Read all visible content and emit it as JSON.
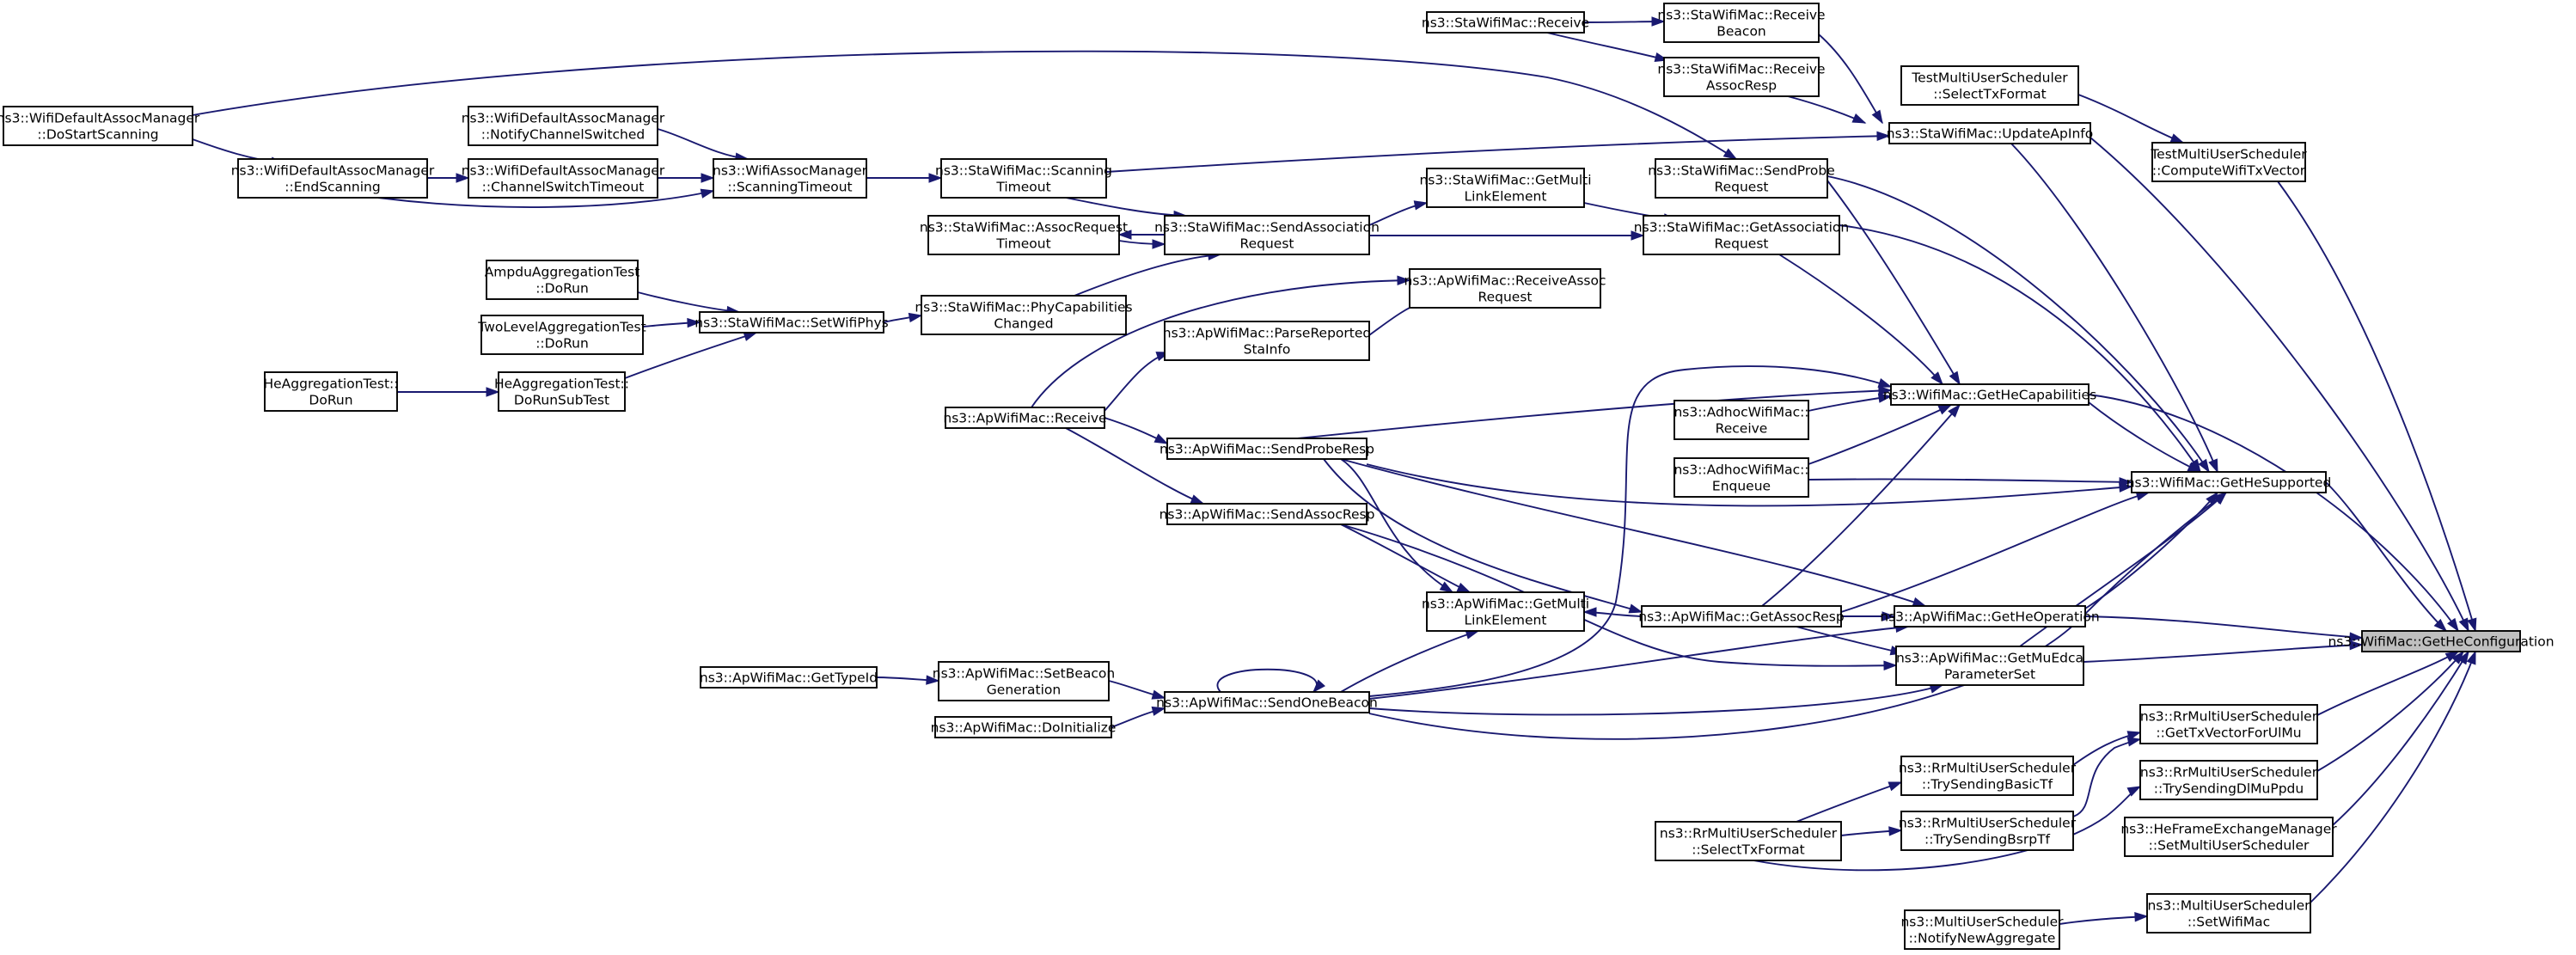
{
  "nodes": [
    {
      "id": "gethecfg",
      "lines": [
        "ns3::WifiMac::GetHeConfiguration"
      ],
      "focus": true
    },
    {
      "id": "gethesup",
      "lines": [
        "ns3::WifiMac::GetHeSupported"
      ]
    },
    {
      "id": "gethecap",
      "lines": [
        "ns3::WifiMac::GetHeCapabilities"
      ]
    },
    {
      "id": "getheop",
      "lines": [
        "ns3::ApWifiMac::GetHeOperation"
      ]
    },
    {
      "id": "getmuedca",
      "lines": [
        "ns3::ApWifiMac::GetMuEdca",
        "ParameterSet"
      ]
    },
    {
      "id": "getassocresp",
      "lines": [
        "ns3::ApWifiMac::GetAssocResp"
      ]
    },
    {
      "id": "getmultilink_ap",
      "lines": [
        "ns3::ApWifiMac::GetMulti",
        "LinkElement"
      ]
    },
    {
      "id": "sendonebeacon",
      "lines": [
        "ns3::ApWifiMac::SendOneBeacon"
      ]
    },
    {
      "id": "setbeacongen",
      "lines": [
        "ns3::ApWifiMac::SetBeacon",
        "Generation"
      ]
    },
    {
      "id": "gettypeid",
      "lines": [
        "ns3::ApWifiMac::GetTypeId"
      ]
    },
    {
      "id": "doinitialize",
      "lines": [
        "ns3::ApWifiMac::DoInitialize"
      ]
    },
    {
      "id": "sendassocresp",
      "lines": [
        "ns3::ApWifiMac::SendAssocResp"
      ]
    },
    {
      "id": "sendproberesp",
      "lines": [
        "ns3::ApWifiMac::SendProbeResp"
      ]
    },
    {
      "id": "apreceive",
      "lines": [
        "ns3::ApWifiMac::Receive"
      ]
    },
    {
      "id": "parsereported",
      "lines": [
        "ns3::ApWifiMac::ParseReported",
        "StaInfo"
      ]
    },
    {
      "id": "receiveassocreq",
      "lines": [
        "ns3::ApWifiMac::ReceiveAssoc",
        "Request"
      ]
    },
    {
      "id": "phycapchanged",
      "lines": [
        "ns3::StaWifiMac::PhyCapabilities",
        "Changed"
      ]
    },
    {
      "id": "setwifiphys",
      "lines": [
        "ns3::StaWifiMac::SetWifiPhys"
      ]
    },
    {
      "id": "ampdutest",
      "lines": [
        "AmpduAggregationTest",
        "::DoRun"
      ]
    },
    {
      "id": "twoleveltest",
      "lines": [
        "TwoLevelAggregationTest",
        "::DoRun"
      ]
    },
    {
      "id": "hesubtest",
      "lines": [
        "HeAggregationTest::",
        "DoRunSubTest"
      ]
    },
    {
      "id": "hedorun",
      "lines": [
        "HeAggregationTest::",
        "DoRun"
      ]
    },
    {
      "id": "sendassocreq",
      "lines": [
        "ns3::StaWifiMac::SendAssociation",
        "Request"
      ]
    },
    {
      "id": "assocreqtimeout",
      "lines": [
        "ns3::StaWifiMac::AssocRequest",
        "Timeout"
      ]
    },
    {
      "id": "scantimeout_sta",
      "lines": [
        "ns3::StaWifiMac::Scanning",
        "Timeout"
      ]
    },
    {
      "id": "scantimeout_mgr",
      "lines": [
        "ns3::WifiAssocManager",
        "::ScanningTimeout"
      ]
    },
    {
      "id": "notifychsw",
      "lines": [
        "ns3::WifiDefaultAssocManager",
        "::NotifyChannelSwitched"
      ]
    },
    {
      "id": "chswtimeout",
      "lines": [
        "ns3::WifiDefaultAssocManager",
        "::ChannelSwitchTimeout"
      ]
    },
    {
      "id": "endscanning",
      "lines": [
        "ns3::WifiDefaultAssocManager",
        "::EndScanning"
      ]
    },
    {
      "id": "dostartscanning",
      "lines": [
        "ns3::WifiDefaultAssocManager",
        "::DoStartScanning"
      ]
    },
    {
      "id": "getmultilink_sta",
      "lines": [
        "ns3::StaWifiMac::GetMulti",
        "LinkElement"
      ]
    },
    {
      "id": "getassocreq",
      "lines": [
        "ns3::StaWifiMac::GetAssociation",
        "Request"
      ]
    },
    {
      "id": "sendprobereq",
      "lines": [
        "ns3::StaWifiMac::SendProbe",
        "Request"
      ]
    },
    {
      "id": "updateapinfo",
      "lines": [
        "ns3::StaWifiMac::UpdateApInfo"
      ]
    },
    {
      "id": "stareceive",
      "lines": [
        "ns3::StaWifiMac::Receive"
      ]
    },
    {
      "id": "receivebeacon",
      "lines": [
        "ns3::StaWifiMac::Receive",
        "Beacon"
      ]
    },
    {
      "id": "receiveassocresp",
      "lines": [
        "ns3::StaWifiMac::Receive",
        "AssocResp"
      ]
    },
    {
      "id": "adhocreceive",
      "lines": [
        "ns3::AdhocWifiMac::",
        "Receive"
      ]
    },
    {
      "id": "adhocenqueue",
      "lines": [
        "ns3::AdhocWifiMac::",
        "Enqueue"
      ]
    },
    {
      "id": "testselecttx",
      "lines": [
        "TestMultiUserScheduler",
        "::SelectTxFormat"
      ]
    },
    {
      "id": "testcomputetx",
      "lines": [
        "TestMultiUserScheduler",
        "::ComputeWifiTxVector"
      ]
    },
    {
      "id": "rrgettxvec",
      "lines": [
        "ns3::RrMultiUserScheduler",
        "::GetTxVectorForUlMu"
      ]
    },
    {
      "id": "rrsenddlmu",
      "lines": [
        "ns3::RrMultiUserScheduler",
        "::TrySendingDlMuPpdu"
      ]
    },
    {
      "id": "hefemsetmu",
      "lines": [
        "ns3::HeFrameExchangeManager",
        "::SetMultiUserScheduler"
      ]
    },
    {
      "id": "musetwifimac",
      "lines": [
        "ns3::MultiUserScheduler",
        "::SetWifiMac"
      ]
    },
    {
      "id": "munotifyagg",
      "lines": [
        "ns3::MultiUserScheduler",
        "::NotifyNewAggregate"
      ]
    },
    {
      "id": "rrbasictf",
      "lines": [
        "ns3::RrMultiUserScheduler",
        "::TrySendingBasicTf"
      ]
    },
    {
      "id": "rrbsrptf",
      "lines": [
        "ns3::RrMultiUserScheduler",
        "::TrySendingBsrpTf"
      ]
    },
    {
      "id": "rrselecttx",
      "lines": [
        "ns3::RrMultiUserScheduler",
        "::SelectTxFormat"
      ]
    }
  ]
}
